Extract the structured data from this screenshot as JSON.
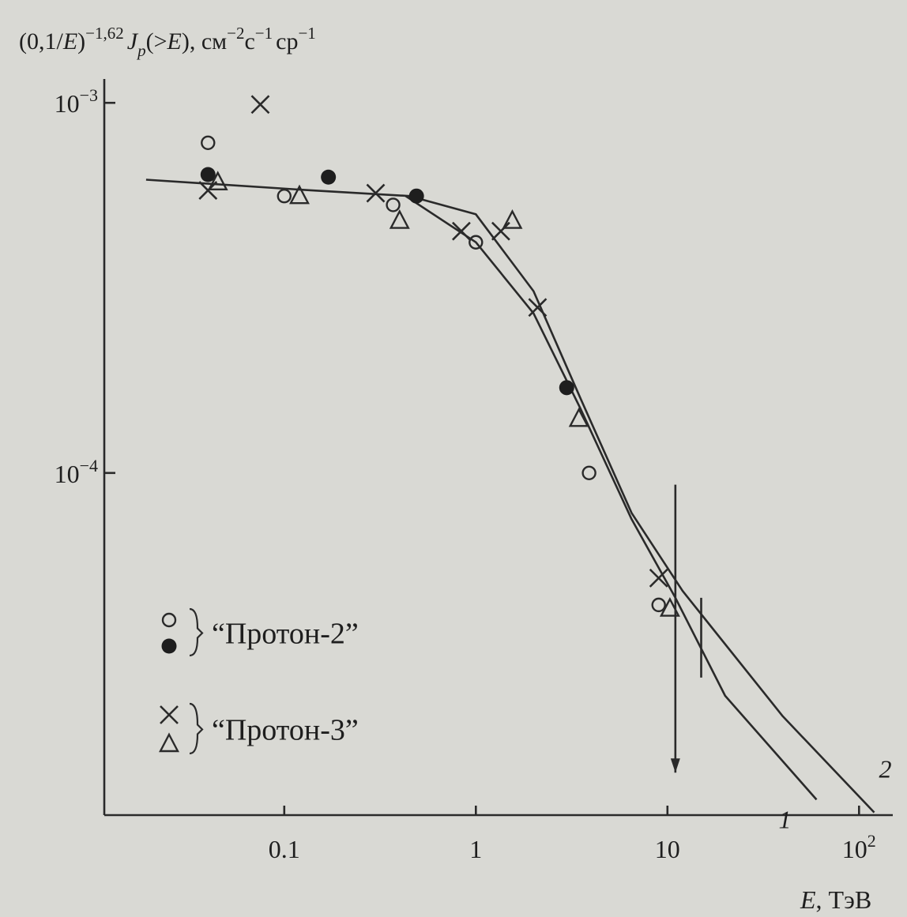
{
  "chart_data": {
    "type": "scatter",
    "ylabel": {
      "pre": "(0,1/",
      "e1": "E",
      "close": ")",
      "exp1": "−1,62",
      "j": "J",
      "sub": "p",
      "paren_open": "(>",
      "e2": "E",
      "paren_close": "), см",
      "exp2": "−2",
      "c": "с",
      "exp3": "−1",
      "cp": "ср",
      "exp4": "−1"
    },
    "xlabel": {
      "e": "E",
      "unit": ", ТэВ"
    },
    "x_scale": "log",
    "y_scale": "log",
    "xlim": [
      0.0115,
      150
    ],
    "ylim": [
      1.19e-05,
      0.00116
    ],
    "x_ticks": [
      {
        "value": 0.1,
        "label": "0.1"
      },
      {
        "value": 1,
        "label": "1"
      },
      {
        "value": 10,
        "label": "10"
      },
      {
        "value": 100,
        "base": "10",
        "exp": "2"
      }
    ],
    "y_ticks": [
      {
        "value": 0.001,
        "base": "10",
        "exp": "−3"
      },
      {
        "value": 0.0001,
        "base": "10",
        "exp": "−4"
      }
    ],
    "legend_position": "bottom-left",
    "legend": [
      {
        "markers": [
          "open-circle",
          "filled-circle"
        ],
        "label": "“Протон-2”"
      },
      {
        "markers": [
          "cross",
          "triangle"
        ],
        "label": "“Протон-3”"
      }
    ],
    "series": [
      {
        "marker": "open-circle",
        "points": [
          [
            0.04,
            0.00078
          ],
          [
            0.1,
            0.00056
          ],
          [
            0.37,
            0.00053
          ],
          [
            1.0,
            0.00042
          ],
          [
            3.9,
            0.0001
          ],
          [
            9.0,
            4.4e-05
          ]
        ]
      },
      {
        "marker": "filled-circle",
        "points": [
          [
            0.04,
            0.00064
          ],
          [
            0.17,
            0.00063
          ],
          [
            0.49,
            0.00056
          ],
          [
            2.98,
            0.00017
          ]
        ]
      },
      {
        "marker": "cross",
        "points": [
          [
            0.075,
            0.00099
          ],
          [
            0.04,
            0.00058
          ],
          [
            0.3,
            0.00057
          ],
          [
            0.84,
            0.00045
          ],
          [
            1.35,
            0.00045
          ],
          [
            2.1,
            0.00028
          ],
          [
            9.0,
            5.2e-05
          ]
        ]
      },
      {
        "marker": "triangle",
        "points": [
          [
            0.045,
            0.00061
          ],
          [
            0.12,
            0.00056
          ],
          [
            0.4,
            0.00048
          ],
          [
            1.55,
            0.00048
          ],
          [
            3.45,
            0.00014
          ],
          [
            10.3,
            4.3e-05
          ]
        ]
      }
    ],
    "curves": [
      {
        "name": "1",
        "points": [
          [
            0.43,
            0.00056
          ],
          [
            1.0,
            0.00042
          ],
          [
            2.0,
            0.00027
          ],
          [
            3.5,
            0.00015
          ],
          [
            6.5,
            7.5e-05
          ],
          [
            11,
            4.6e-05
          ],
          [
            20,
            2.5e-05
          ],
          [
            60,
            1.31e-05
          ]
        ]
      },
      {
        "name": "2",
        "points": [
          [
            0.019,
            0.00062
          ],
          [
            0.14,
            0.00058
          ],
          [
            0.45,
            0.00056
          ],
          [
            1.0,
            0.0005
          ],
          [
            2.0,
            0.00031
          ],
          [
            3.5,
            0.00016
          ],
          [
            6.5,
            7.8e-05
          ],
          [
            12,
            4.8e-05
          ],
          [
            40,
            2.2e-05
          ],
          [
            120,
            1.21e-05
          ]
        ]
      }
    ],
    "upper_limit": {
      "x": 11,
      "y_top": 9.3e-05,
      "y_bottom": 1.55e-05
    },
    "error_bar": {
      "x": 15,
      "y": 3.5e-05,
      "y_low": 2.8e-05,
      "y_high": 4.6e-05
    }
  }
}
